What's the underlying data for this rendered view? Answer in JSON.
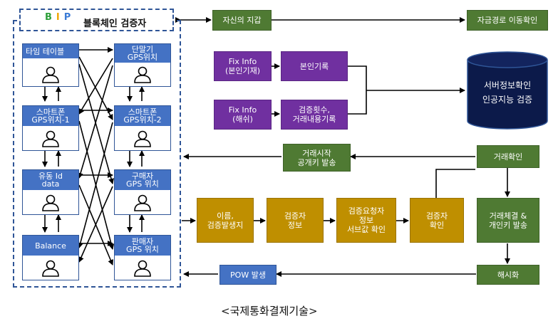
{
  "title": {
    "logo": "BIP",
    "text": "블록체인 검증자"
  },
  "cards": {
    "time_table": "타임 테이블",
    "terminal_gps": "단말기\nGPS위치",
    "smartphone_gps1": "스마트폰\nGPS위치-1",
    "smartphone_gps2": "스마트폰\nGPS위치-2",
    "flow_id": "유동 Id\ndata",
    "buyer_gps": "구매자\nGPS 위치",
    "balance": "Balance",
    "seller_gps": "판매자\nGPS 위치"
  },
  "nodes": {
    "own_wallet": "자신의 지갑",
    "fund_route": "자금경로 이동확인",
    "fix_info_self": "Fix Info\n(본인기재)",
    "self_record": "본인기록",
    "fix_info_hash": "Fix Info\n(해쉬)",
    "verify_count": "검증횟수,\n거래내용기록",
    "server_check": "서버정보확인\n인공지능 검증",
    "trade_start": "거래시작\n공개키 발송",
    "trade_confirm": "거래확인",
    "name_place": "이름,\n검증발생지",
    "verifier_info": "검증자\n정보",
    "verify_request": "검증요청자\n정보\n서브값 확인",
    "verifier_confirm": "검증자\n확인",
    "trade_sign": "거래체결 &\n개인키 발송",
    "hashing": "해시화",
    "pow": "POW 발생"
  },
  "caption": "<국제통화결제기술>",
  "colors": {
    "green": "#4f7a33",
    "purple": "#7030a0",
    "gold": "#bf8f00",
    "blue": "#4472c4",
    "frame": "#2f5597"
  }
}
